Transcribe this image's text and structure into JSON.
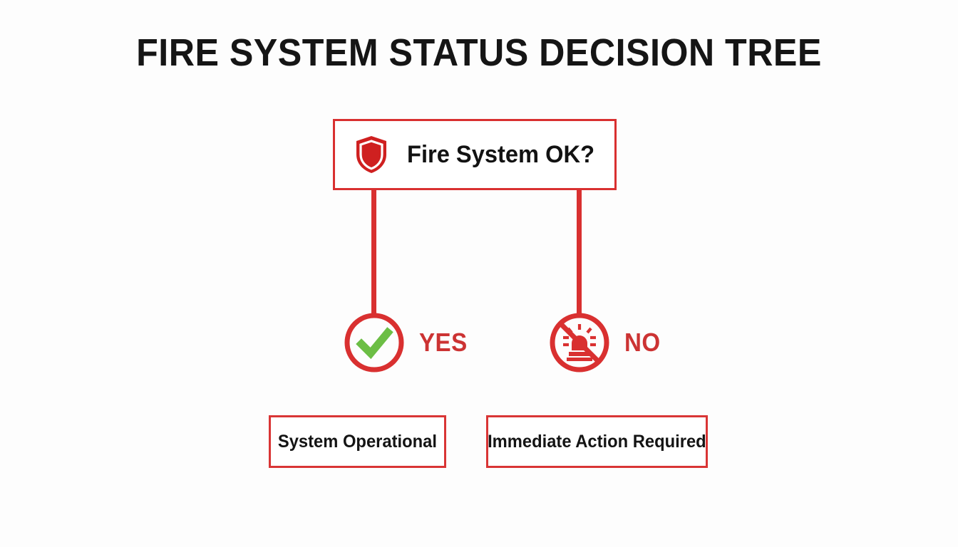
{
  "page": {
    "title": "FIRE SYSTEM STATUS DECISION TREE",
    "background_color": "#fdfdfd"
  },
  "colors": {
    "primary_red": "#d93030",
    "border_red": "#d93535",
    "label_red": "#cc3333",
    "check_green": "#6cbe45",
    "text_black": "#141414"
  },
  "diagram": {
    "type": "decision-tree",
    "root": {
      "label": "Fire System OK?",
      "icon": "shield-icon"
    },
    "branches": [
      {
        "label": "YES",
        "icon": "check-circle-icon",
        "outcome": "System Operational"
      },
      {
        "label": "NO",
        "icon": "alarm-prohibited-icon",
        "outcome": "Immediate Action Required"
      }
    ]
  }
}
